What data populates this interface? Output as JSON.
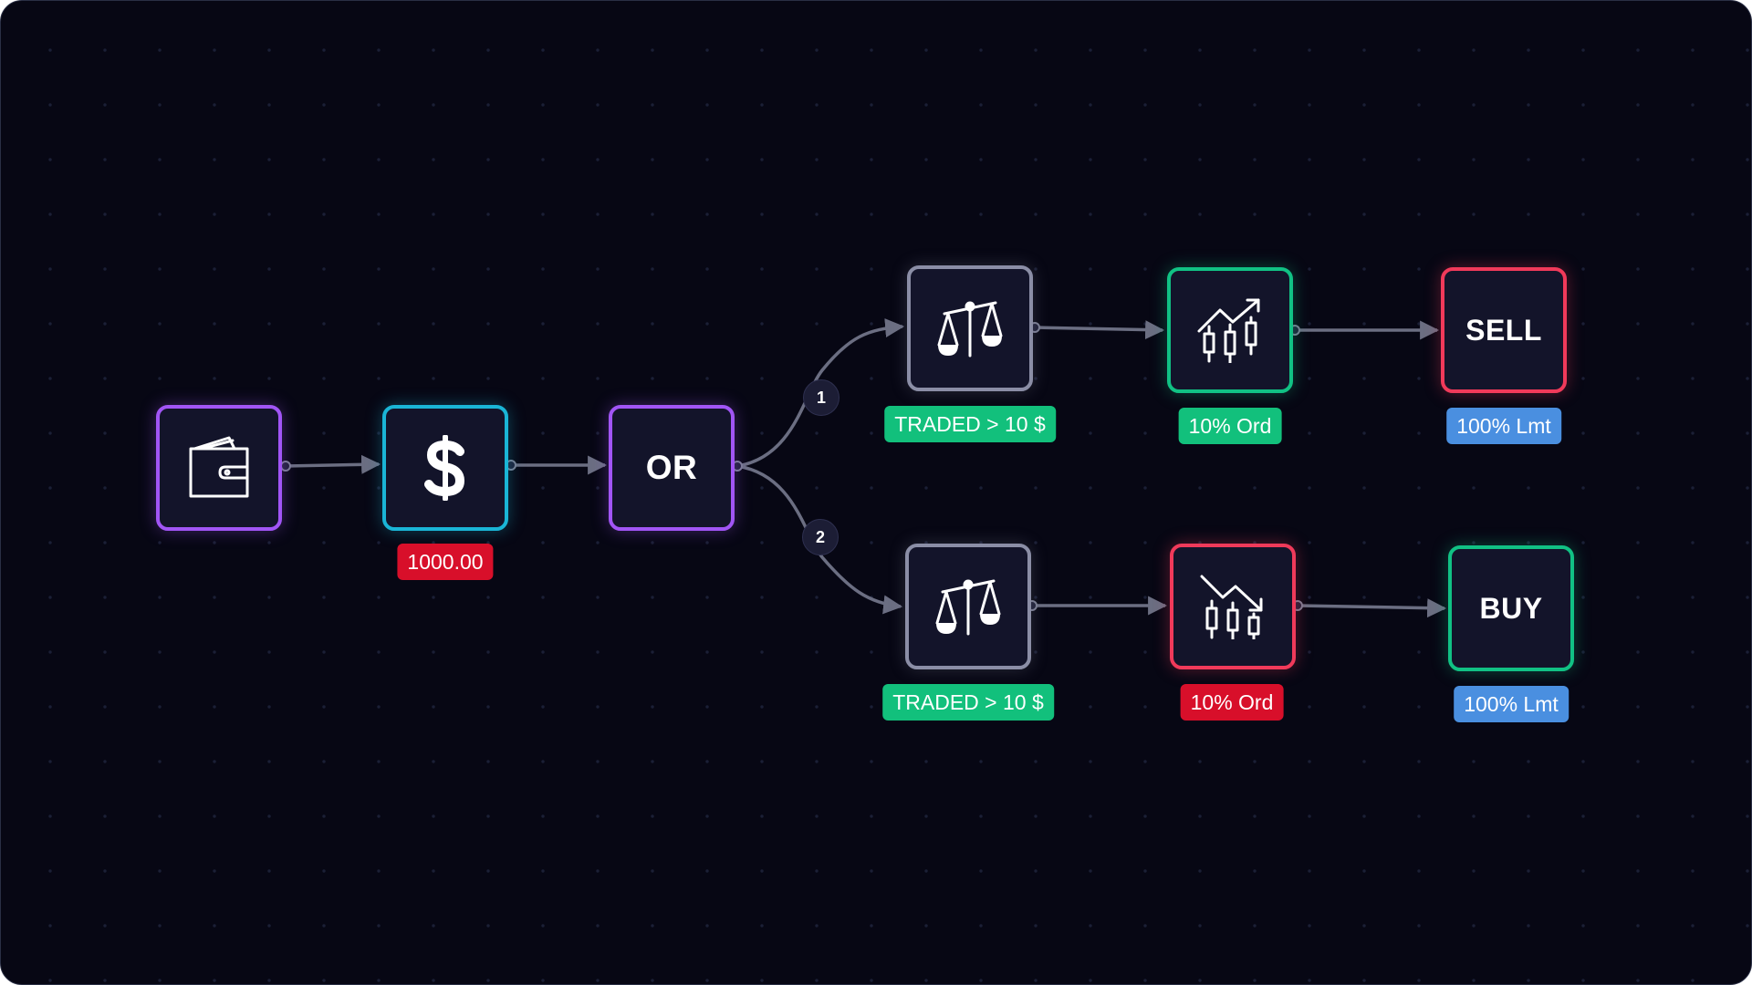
{
  "colors": {
    "purple": "#a155f5",
    "cyan": "#1ab5d6",
    "gray": "#8b8ea6",
    "green": "#11c184",
    "red": "#f03a5a",
    "badge_red": "#d80f2a",
    "badge_green": "#12c07c",
    "badge_blue": "#4a8fe0",
    "edge": "#6b6e82"
  },
  "nodes": {
    "wallet": {
      "icon": "wallet-icon"
    },
    "dollar": {
      "icon": "dollar-icon",
      "badge": "1000.00"
    },
    "or_gate": {
      "label": "OR"
    },
    "condition_1": {
      "icon": "scale-icon",
      "badge": "TRADED > 10 $"
    },
    "condition_2": {
      "icon": "scale-icon",
      "badge": "TRADED > 10 $"
    },
    "chart_up": {
      "icon": "chart-up-icon",
      "badge": "10% Ord"
    },
    "chart_down": {
      "icon": "chart-down-icon",
      "badge": "10% Ord"
    },
    "sell": {
      "label": "SELL",
      "badge": "100% Lmt"
    },
    "buy": {
      "label": "BUY",
      "badge": "100% Lmt"
    }
  },
  "branches": {
    "first": "1",
    "second": "2"
  }
}
